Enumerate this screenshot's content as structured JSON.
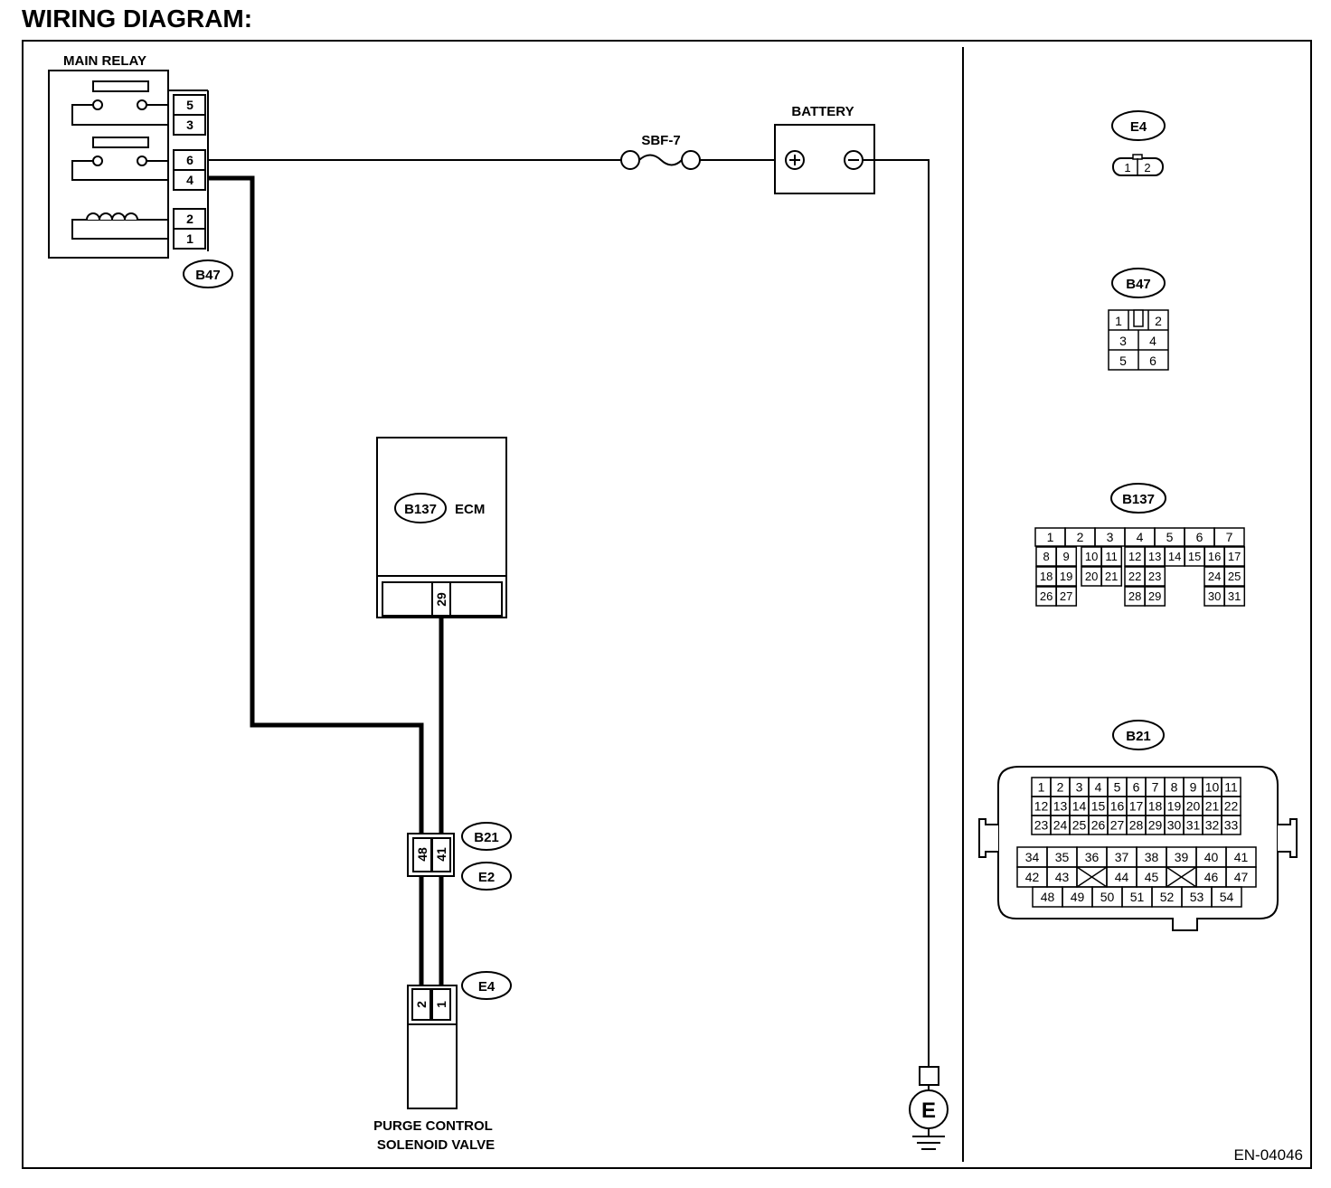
{
  "title": "WIRING DIAGRAM:",
  "reference_code": "EN-04046",
  "components": {
    "main_relay": {
      "label": "MAIN RELAY",
      "connector": "B47",
      "pins": [
        "5",
        "3",
        "6",
        "4",
        "2",
        "1"
      ]
    },
    "fuse": {
      "label": "SBF-7"
    },
    "battery": {
      "label": "BATTERY",
      "positive": "+",
      "negative": "−"
    },
    "ecm": {
      "label": "ECM",
      "connector": "B137",
      "pin": "29"
    },
    "joint_connector": {
      "upper": "B21",
      "lower": "E2",
      "pins": [
        "48",
        "41"
      ]
    },
    "purge_valve": {
      "label_line1": "PURGE CONTROL",
      "label_line2": "SOLENOID VALVE",
      "connector": "E4",
      "pins": [
        "2",
        "1"
      ]
    },
    "ground": {
      "label": "E"
    }
  },
  "connector_faces": {
    "e4": {
      "tag": "E4",
      "pins": [
        "1",
        "2"
      ]
    },
    "b47": {
      "tag": "B47",
      "rows": [
        [
          "1",
          "2"
        ],
        [
          "3",
          "4"
        ],
        [
          "5",
          "6"
        ]
      ]
    },
    "b137": {
      "tag": "B137",
      "row1": [
        "1",
        "2",
        "3",
        "4",
        "5",
        "6",
        "7"
      ],
      "row2": [
        "8",
        "9",
        "10",
        "11",
        "12",
        "13",
        "14",
        "15",
        "16",
        "17"
      ],
      "row3": [
        "18",
        "19",
        "20",
        "21",
        "22",
        "23",
        "24",
        "25"
      ],
      "row4": [
        "26",
        "27",
        "28",
        "29",
        "30",
        "31"
      ]
    },
    "b21": {
      "tag": "B21",
      "row1": [
        "1",
        "2",
        "3",
        "4",
        "5",
        "6",
        "7",
        "8",
        "9",
        "10",
        "11"
      ],
      "row2": [
        "12",
        "13",
        "14",
        "15",
        "16",
        "17",
        "18",
        "19",
        "20",
        "21",
        "22"
      ],
      "row3": [
        "23",
        "24",
        "25",
        "26",
        "27",
        "28",
        "29",
        "30",
        "31",
        "32",
        "33"
      ],
      "row4": [
        "34",
        "35",
        "36",
        "37",
        "38",
        "39",
        "40",
        "41"
      ],
      "row5": [
        "42",
        "43",
        "44",
        "45",
        "46",
        "47"
      ],
      "row6": [
        "48",
        "49",
        "50",
        "51",
        "52",
        "53",
        "54"
      ]
    }
  }
}
